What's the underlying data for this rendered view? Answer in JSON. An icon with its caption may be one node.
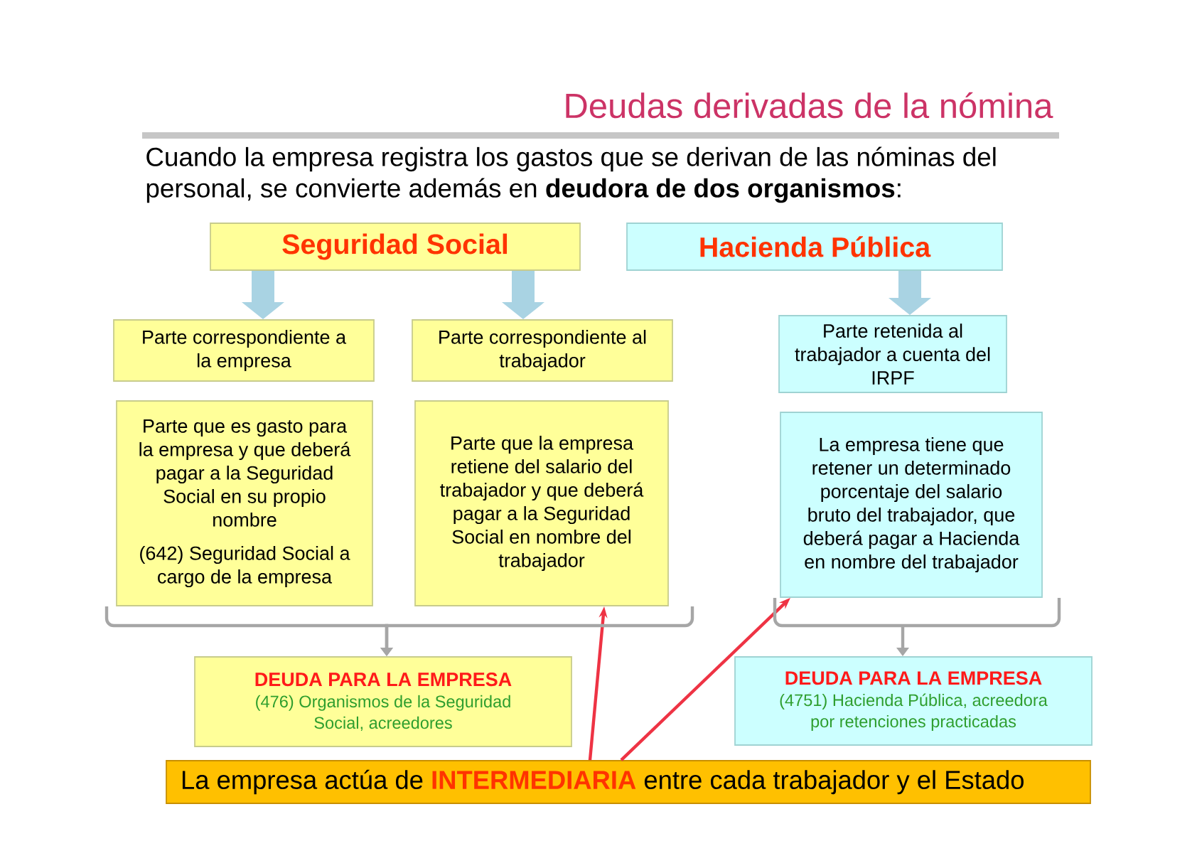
{
  "diagram": {
    "title": "Deudas derivadas de la nómina",
    "nodes": [
      {
        "text": [
          "Seguridad Social"
        ]
      },
      {
        "text": [
          "Hacienda Pública"
        ]
      },
      {
        "text": [
          "Parte correspondiente a la empresa"
        ]
      },
      {
        "text": [
          "Parte correspondiente al trabajador"
        ]
      },
      {
        "text": [
          "Parte retenida al trabajador a cuenta del IRPF"
        ]
      },
      {
        "text": [
          "Parte que es gasto para la empresa y que deberá pagar a la Seguridad Social en su propio nombre",
          "(642) Seguridad Social a cargo de la empresa"
        ]
      },
      {
        "text": [
          "Parte que la empresa retiene del salario del trabajador y que deberá pagar a la Seguridad Social en nombre del trabajador"
        ]
      },
      {
        "text": [
          "La empresa tiene que retener un determinado porcentaje del salario bruto del trabajador, que deberá pagar a Hacienda en nombre del trabajador"
        ]
      },
      {
        "text": [
          "DEUDA PARA LA EMPRESA",
          "(476) Organismos de la Seguridad Social, acreedores"
        ]
      },
      {
        "text": [
          "DEUDA PARA LA EMPRESA",
          "(4751) Hacienda Pública, acreedora por retenciones practicadas"
        ]
      },
      {
        "text": [
          "La empresa actúa de **INTERMEDIARIA** entre cada trabajador y el Estado"
        ]
      }
    ],
    "edges": [
      {
        "from": 0,
        "to": 2,
        "arrow": "to",
        "style": "thick"
      },
      {
        "from": 0,
        "to": 3,
        "arrow": "to",
        "style": "thick"
      },
      {
        "from": 1,
        "to": 4,
        "arrow": "to",
        "style": "thick"
      },
      {
        "from": 10,
        "to": 6,
        "arrow": "to",
        "color": "#ee3344"
      },
      {
        "from": 10,
        "to": 7,
        "arrow": "to",
        "color": "#ee3344"
      },
      {
        "from": 5,
        "to": 8,
        "arrow": "to",
        "color": "#a6a6a6"
      },
      {
        "from": 6,
        "to": 8,
        "arrow": "to",
        "color": "#a6a6a6"
      },
      {
        "from": 7,
        "to": 9,
        "arrow": "to",
        "color": "#a6a6a6"
      }
    ],
    "labels": [
      "Cuando la empresa registra los gastos que se derivan de las nóminas del personal, se convierte además en **deudora de dos organismos**:"
    ]
  }
}
